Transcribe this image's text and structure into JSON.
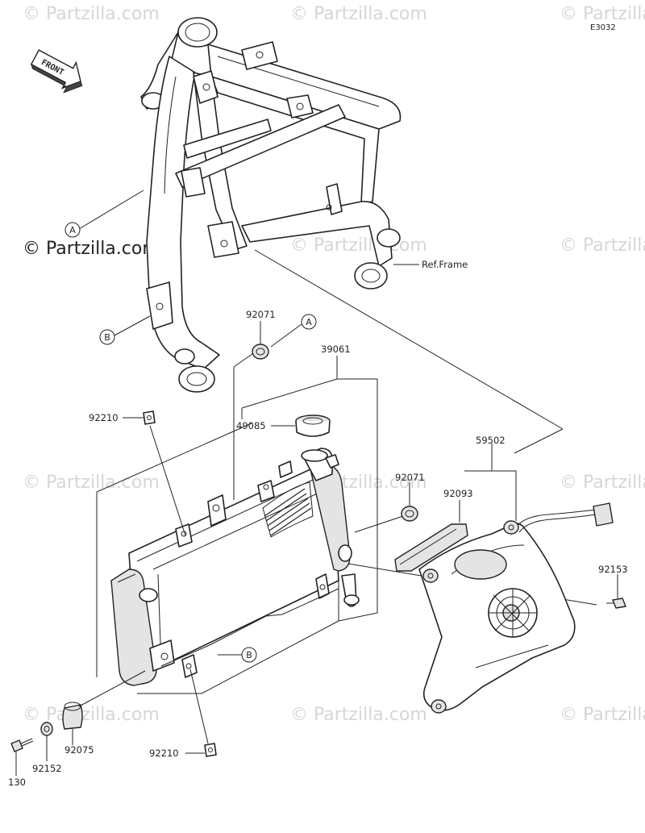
{
  "diagram_code": "E3032",
  "watermark": "© Partzilla.com",
  "front_label": "FRONT",
  "ref_frame_label": "Ref.Frame",
  "callouts": {
    "a": "A",
    "b": "B"
  },
  "parts": {
    "p92071_top": "92071",
    "p39061": "39061",
    "p92210_top": "92210",
    "p49085": "49085",
    "p59502": "59502",
    "p92071_mid": "92071",
    "p92093": "92093",
    "p92153": "92153",
    "p92075": "92075",
    "p92152": "92152",
    "p130": "130",
    "p92210_bottom": "92210"
  }
}
